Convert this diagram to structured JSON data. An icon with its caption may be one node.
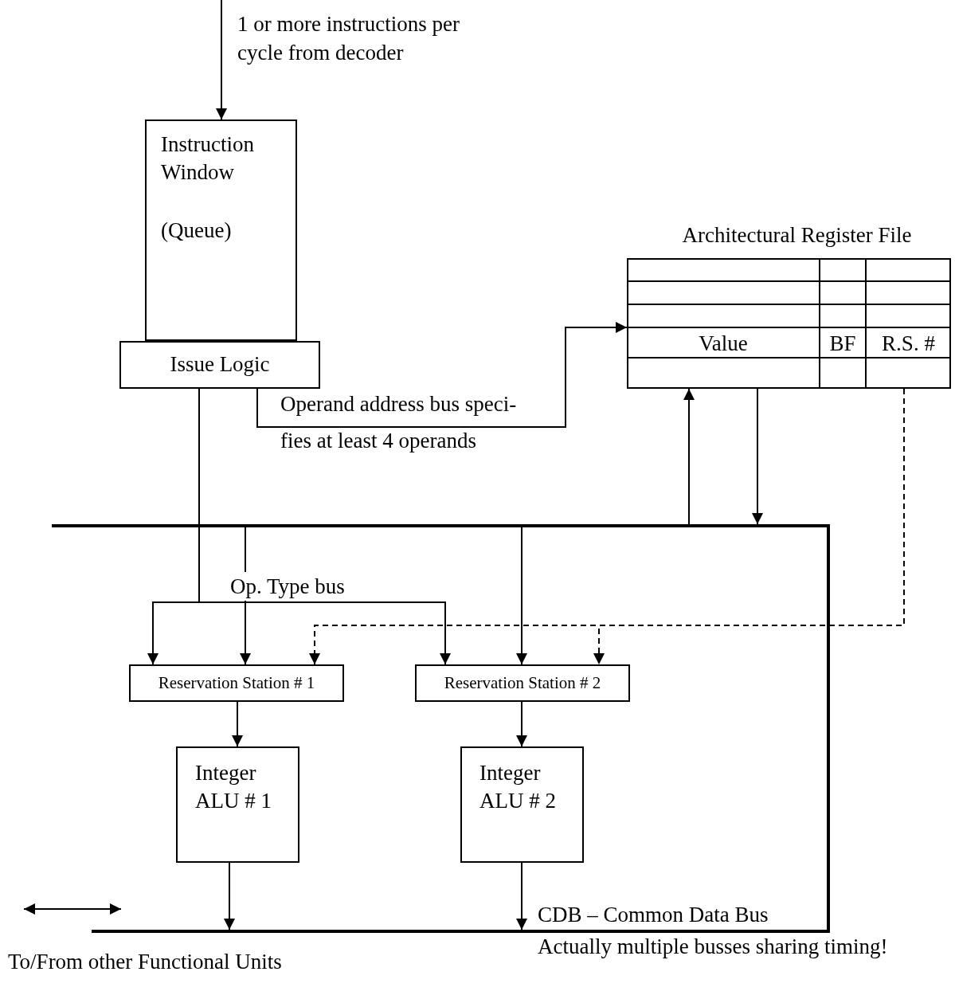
{
  "diagram": {
    "nodes": [
      {
        "text": [
          "Instruction Window",
          "(Queue)"
        ]
      },
      {
        "text": [
          "Issue Logic"
        ]
      },
      {
        "text": [
          "Architectural Register File"
        ]
      },
      {
        "text": [],
        "shape": "bar"
      },
      {
        "text": [
          "Reservation Station # 1"
        ]
      },
      {
        "text": [
          "Reservation Station # 2"
        ]
      },
      {
        "text": [
          "Integer ALU # 1"
        ]
      },
      {
        "text": [
          "Integer ALU # 2"
        ]
      },
      {
        "text": [
          "CDB – Common Data Bus"
        ],
        "beside": [
          "Actually multiple busses sharing timing!"
        ]
      }
    ],
    "edges": [
      {
        "from": null,
        "to": 0,
        "arrow": "to",
        "label": "1 or more instructions per cycle from decoder"
      },
      {
        "from": 1,
        "to": 2,
        "arrow": "to",
        "label": "Operand address bus speci- fies at least 4 operands"
      },
      {
        "from": 1,
        "to": 4,
        "arrow": "to",
        "label": "Op. Type bus"
      },
      {
        "from": 1,
        "to": 5,
        "arrow": "to"
      },
      {
        "from": 3,
        "to": 4,
        "arrow": "to"
      },
      {
        "from": 3,
        "to": 5,
        "arrow": "to"
      },
      {
        "from": 3,
        "to": 2,
        "arrow": "to"
      },
      {
        "from": 2,
        "to": 3,
        "arrow": "to"
      },
      {
        "from": 2,
        "to": 4,
        "arrow": "to",
        "style": "dashed"
      },
      {
        "from": 2,
        "to": 5,
        "arrow": "to",
        "style": "dashed"
      },
      {
        "from": 4,
        "to": 6,
        "arrow": "to"
      },
      {
        "from": 5,
        "to": 7,
        "arrow": "to"
      },
      {
        "from": 6,
        "to": 8,
        "arrow": "to"
      },
      {
        "from": 7,
        "to": 8,
        "arrow": "to"
      },
      {
        "from": 3,
        "to": 8,
        "arrow": "none",
        "style": "thick"
      }
    ],
    "labels": [
      "Value",
      "BF",
      "R.S. #",
      "To/From other Functional Units"
    ]
  }
}
